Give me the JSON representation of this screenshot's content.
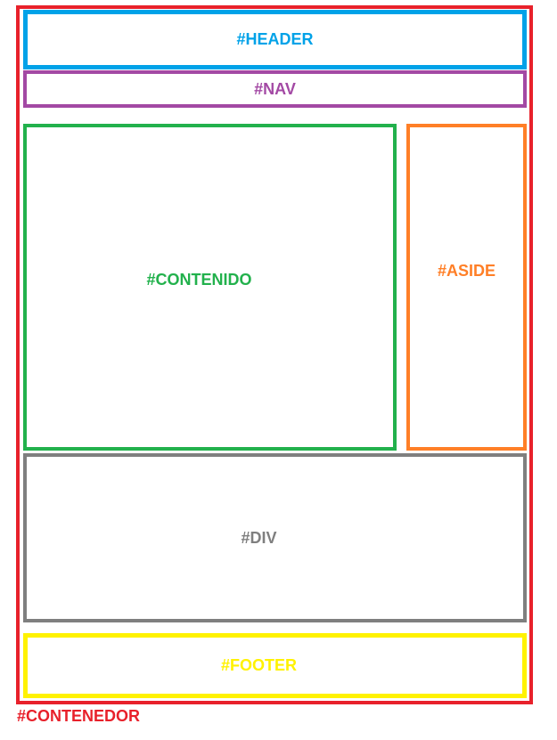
{
  "diagram": {
    "header": {
      "label": "#HEADER",
      "color": "#00a2e8"
    },
    "nav": {
      "label": "#NAV",
      "color": "#a349a4"
    },
    "contenido": {
      "label": "#CONTENIDO",
      "color": "#22b14c"
    },
    "aside": {
      "label": "#ASIDE",
      "color": "#ff7f27"
    },
    "div": {
      "label": "#DIV",
      "color": "#7f7f7f"
    },
    "footer": {
      "label": "#FOOTER",
      "color": "#fff200"
    },
    "contenedor": {
      "label": "#CONTENEDOR",
      "color": "#e8212b"
    }
  }
}
